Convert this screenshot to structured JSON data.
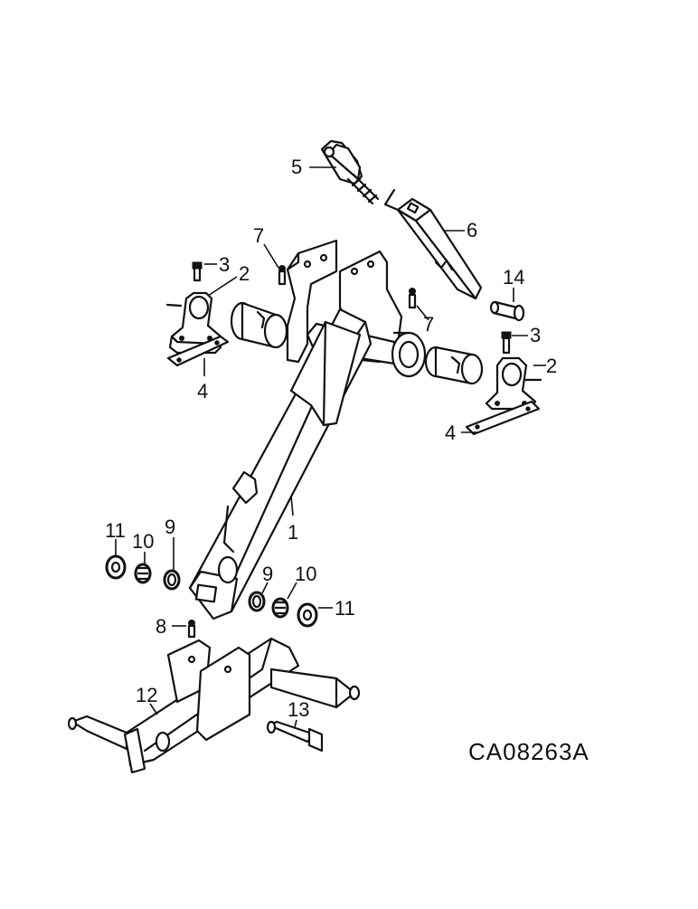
{
  "callouts": {
    "c1": "1",
    "c2a": "2",
    "c2b": "2",
    "c3a": "3",
    "c3b": "3",
    "c4a": "4",
    "c4b": "4",
    "c5": "5",
    "c6": "6",
    "c7a": "7",
    "c7b": "7",
    "c8": "8",
    "c9a": "9",
    "c9b": "9",
    "c10a": "10",
    "c10b": "10",
    "c11a": "11",
    "c11b": "11",
    "c12": "12",
    "c13": "13",
    "c14": "14"
  },
  "drawing_code": "CA08263A"
}
